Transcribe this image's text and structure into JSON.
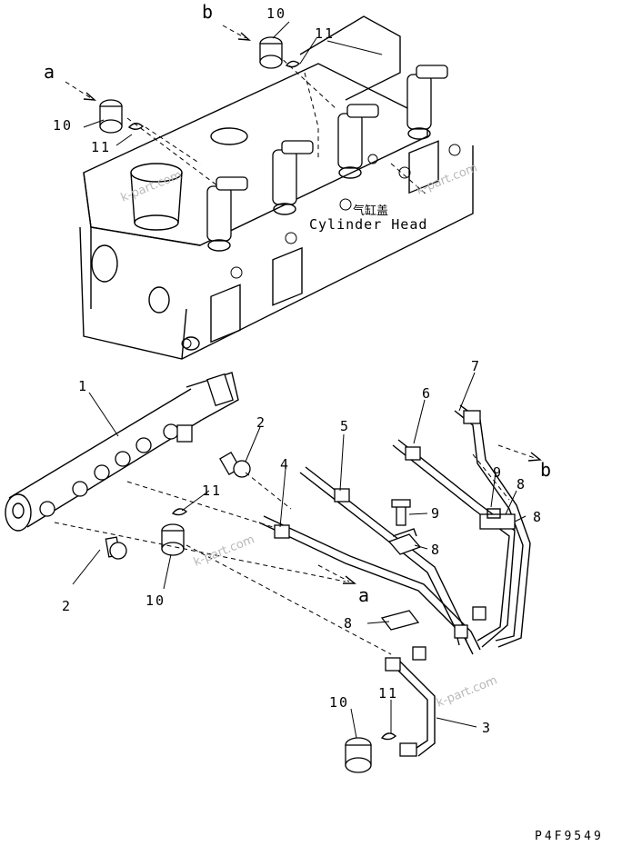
{
  "diagram": {
    "head_label_cn": "气缸盖",
    "head_label_en": "Cylinder Head",
    "watermark": "k-part.com",
    "drawing_code": "P4F9549",
    "view_markers": {
      "a": "a",
      "b": "b"
    },
    "callouts": {
      "c1": "1",
      "c2": "2",
      "c3": "3",
      "c4": "4",
      "c5": "5",
      "c6": "6",
      "c7": "7",
      "c8": "8",
      "c9": "9",
      "c10": "10",
      "c11": "11"
    }
  }
}
